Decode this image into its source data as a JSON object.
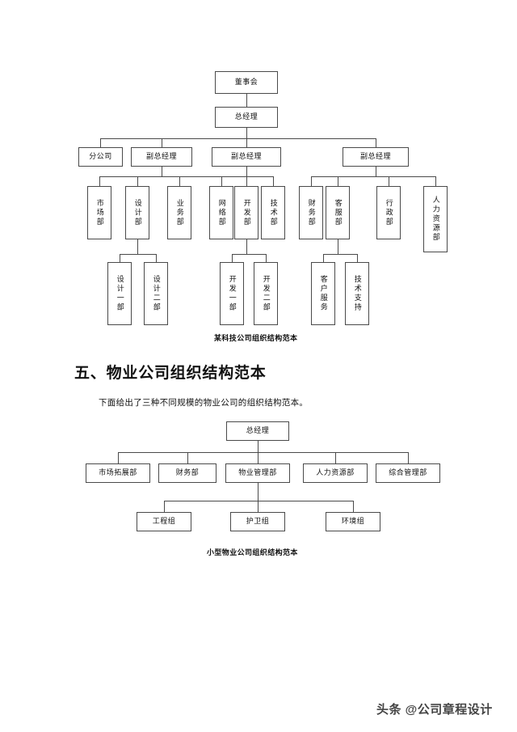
{
  "page": {
    "background": "#ffffff",
    "line_color": "#4a4a4a",
    "text_color": "#111111"
  },
  "chart_data": {
    "type": "diagram",
    "charts": [
      {
        "id": "tech-company-org-chart",
        "caption": "某科技公司组织结构范本",
        "orientation": "top-down",
        "levels": 4,
        "nodes": [
          {
            "id": "board",
            "label": "董事会",
            "level": 0,
            "parent": null
          },
          {
            "id": "gm",
            "label": "总经理",
            "level": 1,
            "parent": "board"
          },
          {
            "id": "branch",
            "label": "分公司",
            "level": 2,
            "parent": "gm"
          },
          {
            "id": "vp1",
            "label": "副总经理",
            "level": 2,
            "parent": "gm"
          },
          {
            "id": "vp2",
            "label": "副总经理",
            "level": 2,
            "parent": "gm"
          },
          {
            "id": "vp3",
            "label": "副总经理",
            "level": 2,
            "parent": "gm"
          },
          {
            "id": "market",
            "label": "市场部",
            "level": 3,
            "parent": "vp1"
          },
          {
            "id": "design",
            "label": "设计部",
            "level": 3,
            "parent": "vp1"
          },
          {
            "id": "business",
            "label": "业务部",
            "level": 3,
            "parent": "vp1"
          },
          {
            "id": "network",
            "label": "网络部",
            "level": 3,
            "parent": "vp2"
          },
          {
            "id": "devdept",
            "label": "开发部",
            "level": 3,
            "parent": "vp2"
          },
          {
            "id": "techdept",
            "label": "技术部",
            "level": 3,
            "parent": "vp2"
          },
          {
            "id": "finance",
            "label": "财务部",
            "level": 3,
            "parent": "vp3"
          },
          {
            "id": "service",
            "label": "客服部",
            "level": 3,
            "parent": "vp3"
          },
          {
            "id": "admin",
            "label": "行政部",
            "level": 3,
            "parent": "vp3"
          },
          {
            "id": "hr",
            "label": "人力资源部",
            "level": 3,
            "parent": "vp3"
          },
          {
            "id": "design1",
            "label": "设计一部",
            "level": 4,
            "parent": "design"
          },
          {
            "id": "design2",
            "label": "设计二部",
            "level": 4,
            "parent": "design"
          },
          {
            "id": "dev1",
            "label": "开发一部",
            "level": 4,
            "parent": "devdept"
          },
          {
            "id": "dev2",
            "label": "开发二部",
            "level": 4,
            "parent": "devdept"
          },
          {
            "id": "custserv",
            "label": "客户服务",
            "level": 4,
            "parent": "service"
          },
          {
            "id": "techsup",
            "label": "技术支持",
            "level": 4,
            "parent": "service"
          }
        ]
      },
      {
        "id": "small-property-company-org-chart",
        "caption": "小型物业公司组织结构范本",
        "orientation": "top-down",
        "levels": 3,
        "nodes": [
          {
            "id": "p_gm",
            "label": "总经理",
            "level": 0,
            "parent": null
          },
          {
            "id": "p_market",
            "label": "市场拓展部",
            "level": 1,
            "parent": "p_gm"
          },
          {
            "id": "p_finance",
            "label": "财务部",
            "level": 1,
            "parent": "p_gm"
          },
          {
            "id": "p_property",
            "label": "物业管理部",
            "level": 1,
            "parent": "p_gm"
          },
          {
            "id": "p_hr",
            "label": "人力资源部",
            "level": 1,
            "parent": "p_gm"
          },
          {
            "id": "p_general",
            "label": "综合管理部",
            "level": 1,
            "parent": "p_gm"
          },
          {
            "id": "p_eng",
            "label": "工程组",
            "level": 2,
            "parent": "p_property"
          },
          {
            "id": "p_guard",
            "label": "护卫组",
            "level": 2,
            "parent": "p_property"
          },
          {
            "id": "p_env",
            "label": "环境组",
            "level": 2,
            "parent": "p_property"
          }
        ]
      }
    ]
  },
  "chart1": {
    "caption": "某科技公司组织结构范本",
    "board": "董事会",
    "gm": "总经理",
    "branch": "分公司",
    "vp1": "副总经理",
    "vp2": "副总经理",
    "vp3": "副总经理",
    "market": "市场部",
    "design": "设计部",
    "business": "业务部",
    "network": "网络部",
    "devdept": "开发部",
    "techdept": "技术部",
    "finance": "财务部",
    "service": "客服部",
    "admin": "行政部",
    "hr": "人力资源部",
    "design1": "设计一部",
    "design2": "设计二部",
    "dev1": "开发一部",
    "dev2": "开发二部",
    "custserv": "客户服务",
    "techsup": "技术支持"
  },
  "section": {
    "heading": "五、物业公司组织结构范本",
    "paragraph": "下面给出了三种不同规模的物业公司的组织结构范本。"
  },
  "chart2": {
    "caption": "小型物业公司组织结构范本",
    "gm": "总经理",
    "market": "市场拓展部",
    "finance": "财务部",
    "property": "物业管理部",
    "hr": "人力资源部",
    "general": "综合管理部",
    "eng": "工程组",
    "guard": "护卫组",
    "env": "环境组"
  },
  "watermark": {
    "text": "头条 @公司章程设计"
  }
}
